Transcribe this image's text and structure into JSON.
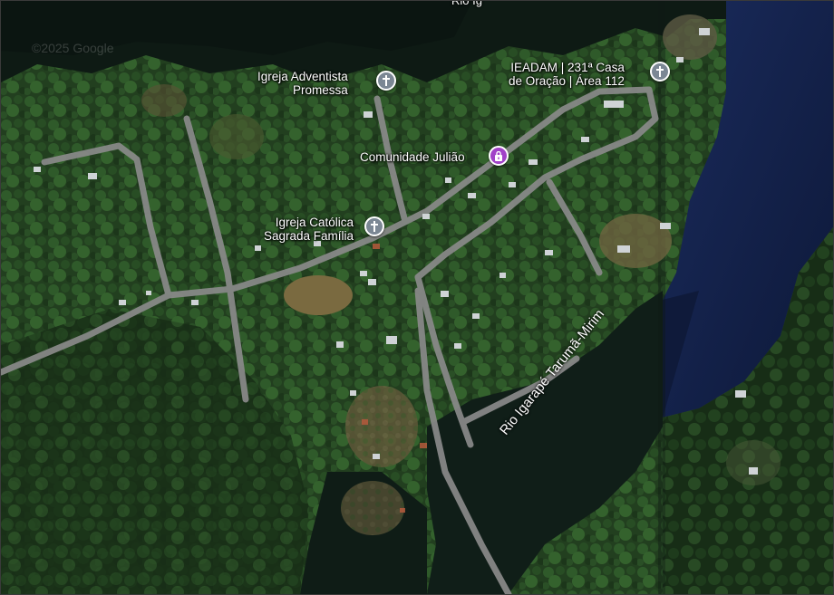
{
  "map": {
    "watermark": "©2025 Google",
    "top_label_partial": "Rio Ig",
    "river_label": "Rio Igarapé Tarumã-Mirim",
    "places": [
      {
        "line1": "Igreja Adventista",
        "line2": "Promessa",
        "icon": "church-cross-icon"
      },
      {
        "line1": "IEADAM | 231ª Casa",
        "line2": "de Oração | Área 112",
        "icon": "church-cross-icon"
      },
      {
        "line1": "Comunidade Julião",
        "line2": "",
        "icon": "community-lock-icon"
      },
      {
        "line1": "Igreja Católica",
        "line2": "Sagrada Família",
        "icon": "church-cross-icon"
      }
    ]
  },
  "colors": {
    "forest": "#1e3a1c",
    "water": "#101c3c",
    "road": "#8a8a8a",
    "pin_gray": "#7b8794",
    "pin_purple": "#a142c8"
  }
}
